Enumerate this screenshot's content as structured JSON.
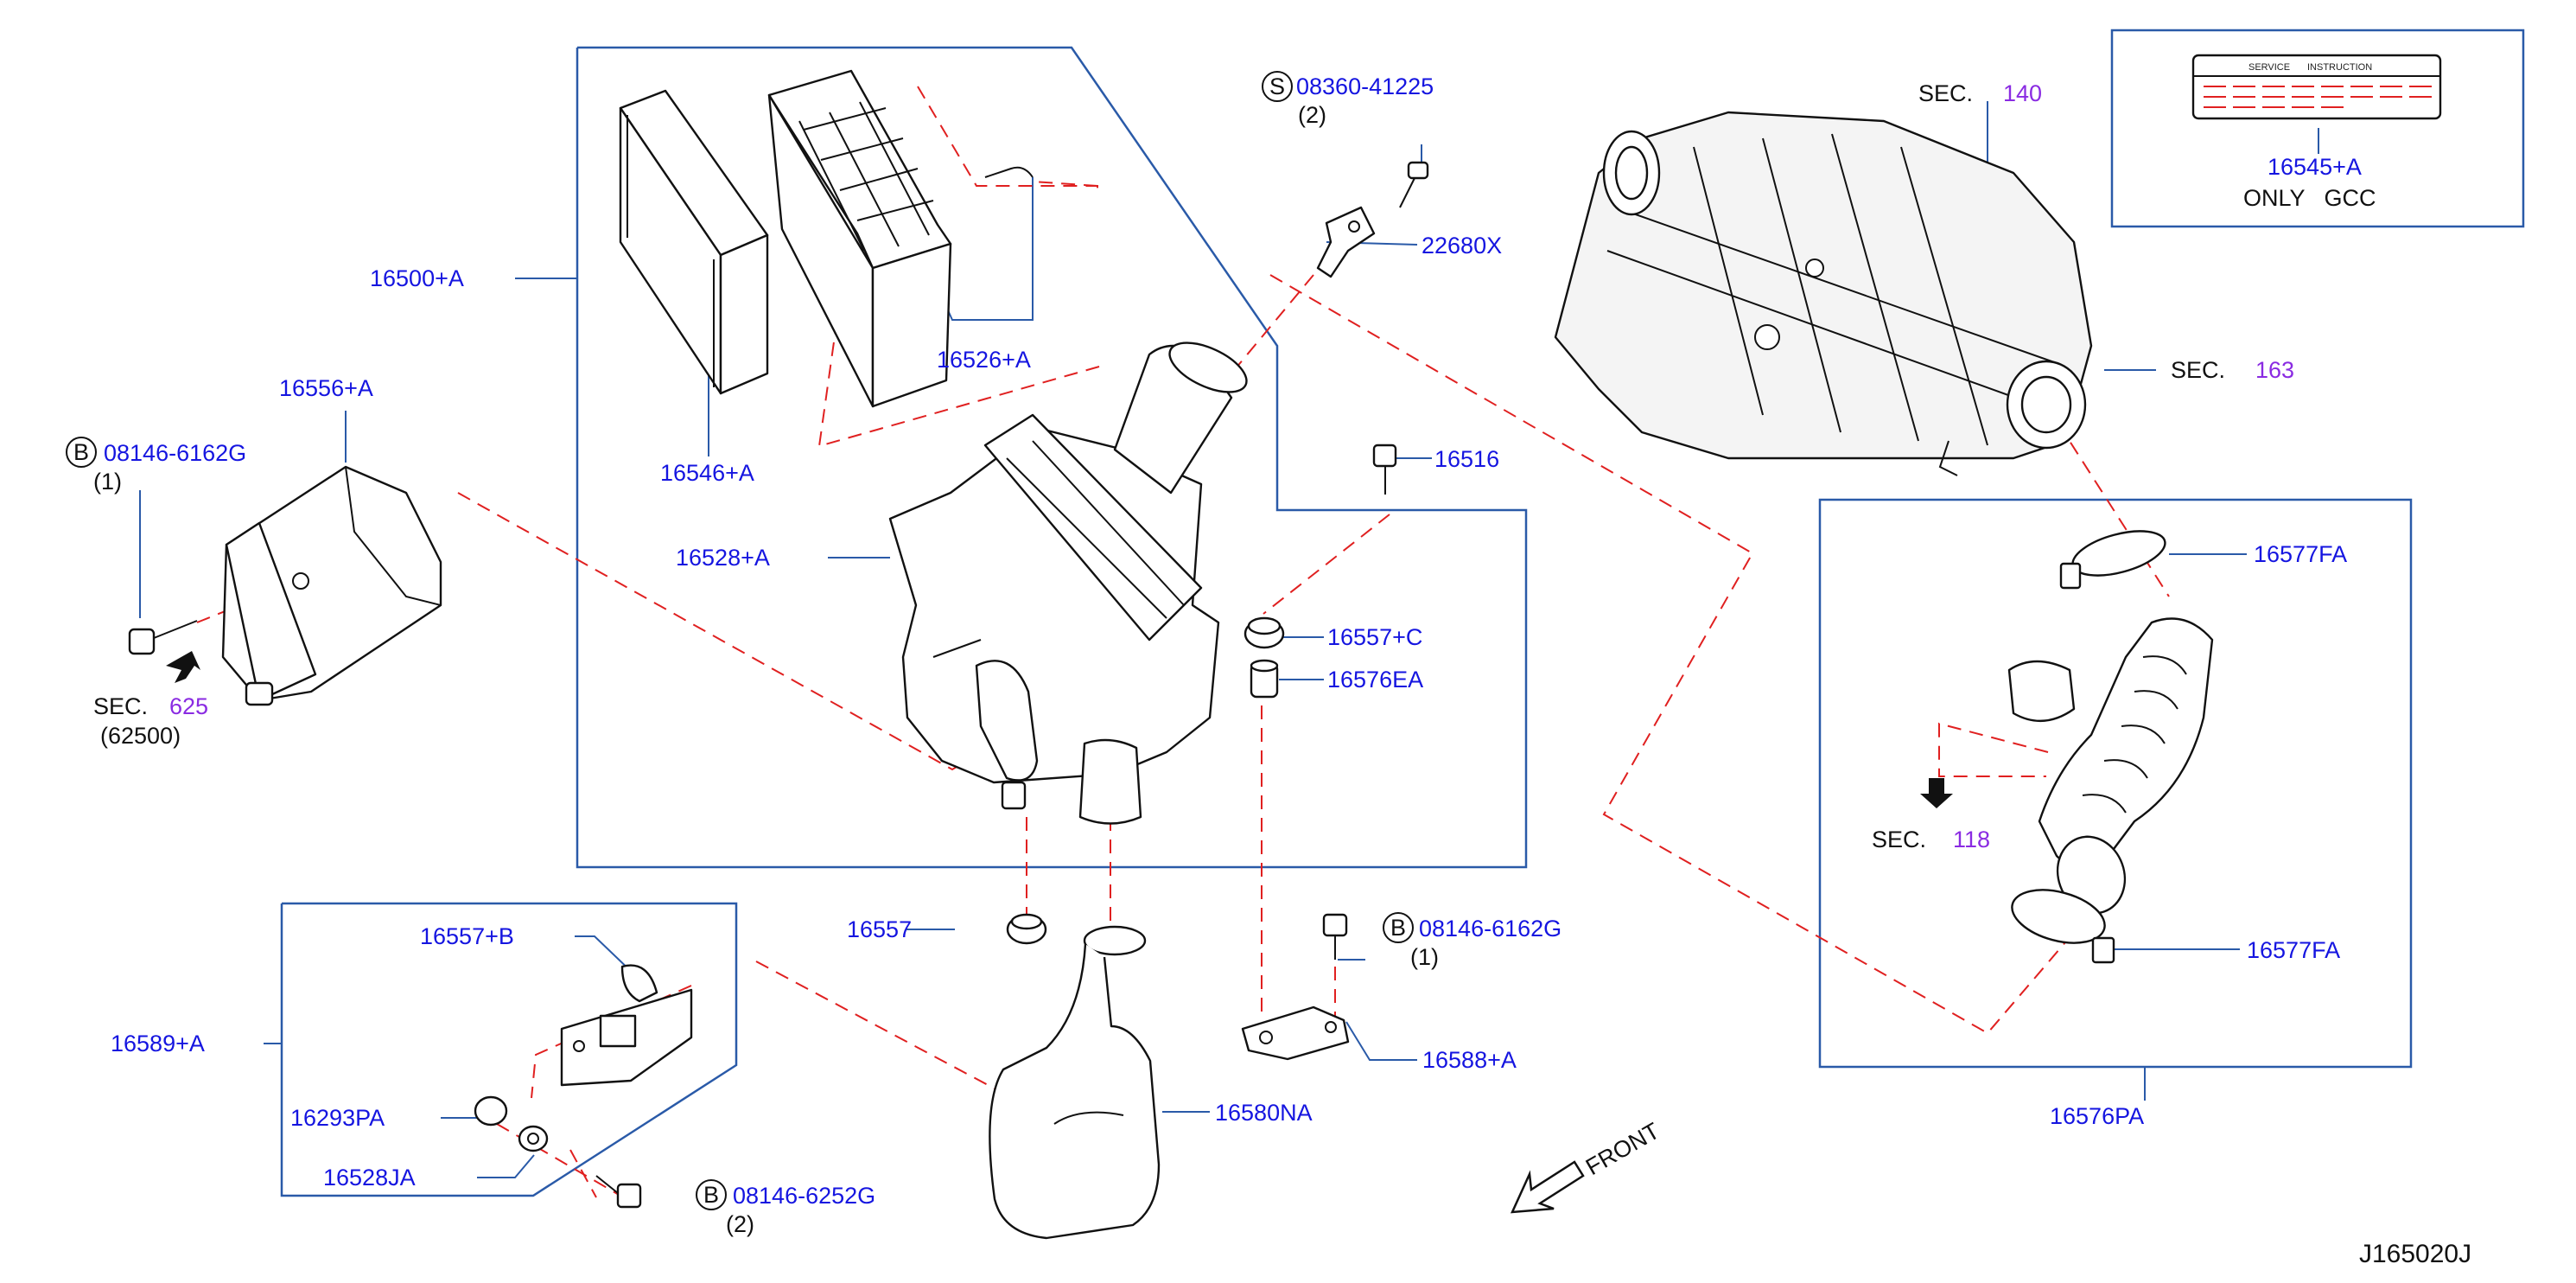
{
  "diagram_code": "J165020J",
  "front_label": "FRONT",
  "inset_label": {
    "header_words": [
      "SERVICE",
      "INSTRUCTION"
    ],
    "part_number": "16545+A",
    "note": "ONLY   GCC"
  },
  "sections": {
    "sec_140": {
      "prefix": "SEC.",
      "number": "140"
    },
    "sec_163": {
      "prefix": "SEC.",
      "number": "163"
    },
    "sec_625": {
      "prefix": "SEC.",
      "number": "625",
      "sub": "(62500)"
    },
    "sec_118": {
      "prefix": "SEC.",
      "number": "118"
    }
  },
  "fasteners": {
    "screw_s": {
      "marker": "S",
      "number": "08360-41225",
      "qty": "(2)"
    },
    "bolt_left": {
      "marker": "B",
      "number": "08146-6162G",
      "qty": "(1)"
    },
    "bolt_bracket": {
      "marker": "B",
      "number": "08146-6162G",
      "qty": "(1)"
    },
    "bolt_bottom": {
      "marker": "B",
      "number": "08146-6252G",
      "qty": "(2)"
    }
  },
  "parts": {
    "p16500A": "16500+A",
    "p16546A": "16546+A",
    "p16526A": "16526+A",
    "p22680X": "22680X",
    "p16556A": "16556+A",
    "p16528A": "16528+A",
    "p16516": "16516",
    "p16557C": "16557+C",
    "p16576EA": "16576EA",
    "p16557": "16557",
    "p16557B": "16557+B",
    "p16589A": "16589+A",
    "p16293PA": "16293PA",
    "p16528JA": "16528JA",
    "p16580NA": "16580NA",
    "p16588A": "16588+A",
    "p16577FA_top": "16577FA",
    "p16577FA_bottom": "16577FA",
    "p16576PA": "16576PA"
  }
}
